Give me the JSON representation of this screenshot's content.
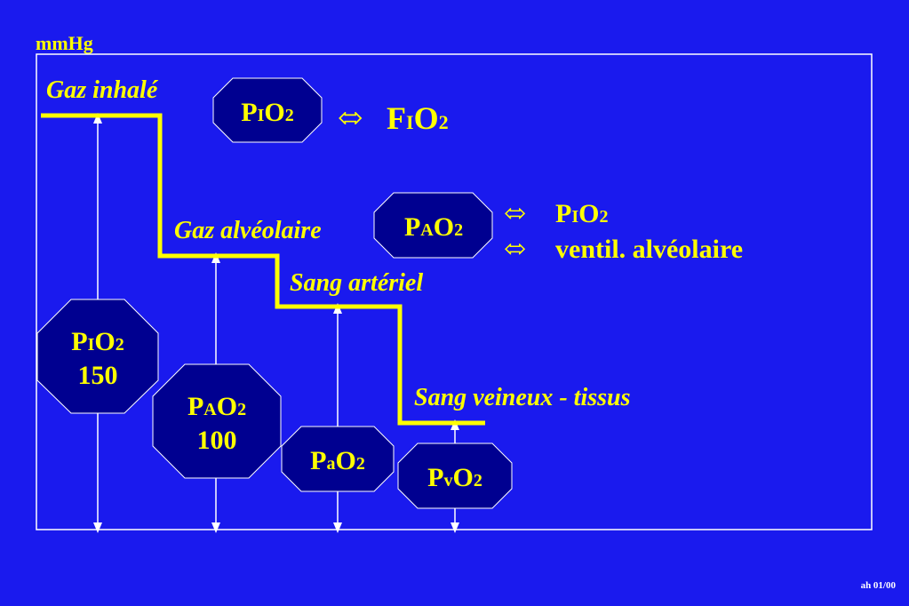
{
  "unit_label": "mmHg",
  "footer": "ah 01/00",
  "stages": {
    "inhaled": "Gaz inhalé",
    "alveolar": "Gaz alvéolaire",
    "arterial": "Sang artériel",
    "venous": "Sang veineux - tissus"
  },
  "top_boxes": {
    "pio2": {
      "P": "P",
      "sub": "I",
      "O": "O",
      "n": "2"
    },
    "pao2": {
      "P": "P",
      "sub": "A",
      "O": "O",
      "n": "2"
    }
  },
  "relations": {
    "symbol": "⬄",
    "fio2": {
      "F": "F",
      "sub": "I",
      "O": "O",
      "n": "2"
    },
    "pio2": {
      "P": "P",
      "sub": "I",
      "O": "O",
      "n": "2"
    },
    "ventil": "ventil. alvéolaire"
  },
  "bottom_boxes": {
    "pio2": {
      "P": "P",
      "sub": "I",
      "O": "O",
      "n": "2",
      "value": "150"
    },
    "pAo2": {
      "P": "P",
      "sub": "A",
      "O": "O",
      "n": "2",
      "value": "100"
    },
    "pao2": {
      "P": "P",
      "sub": "a",
      "O": "O",
      "n": "2"
    },
    "pvo2": {
      "P": "P",
      "sub": "v",
      "O": "O",
      "n": "2"
    }
  },
  "colors": {
    "background": "#1a1aee",
    "box_fill": "#000090",
    "accent": "#ffff00",
    "stroke": "#ffffff"
  }
}
